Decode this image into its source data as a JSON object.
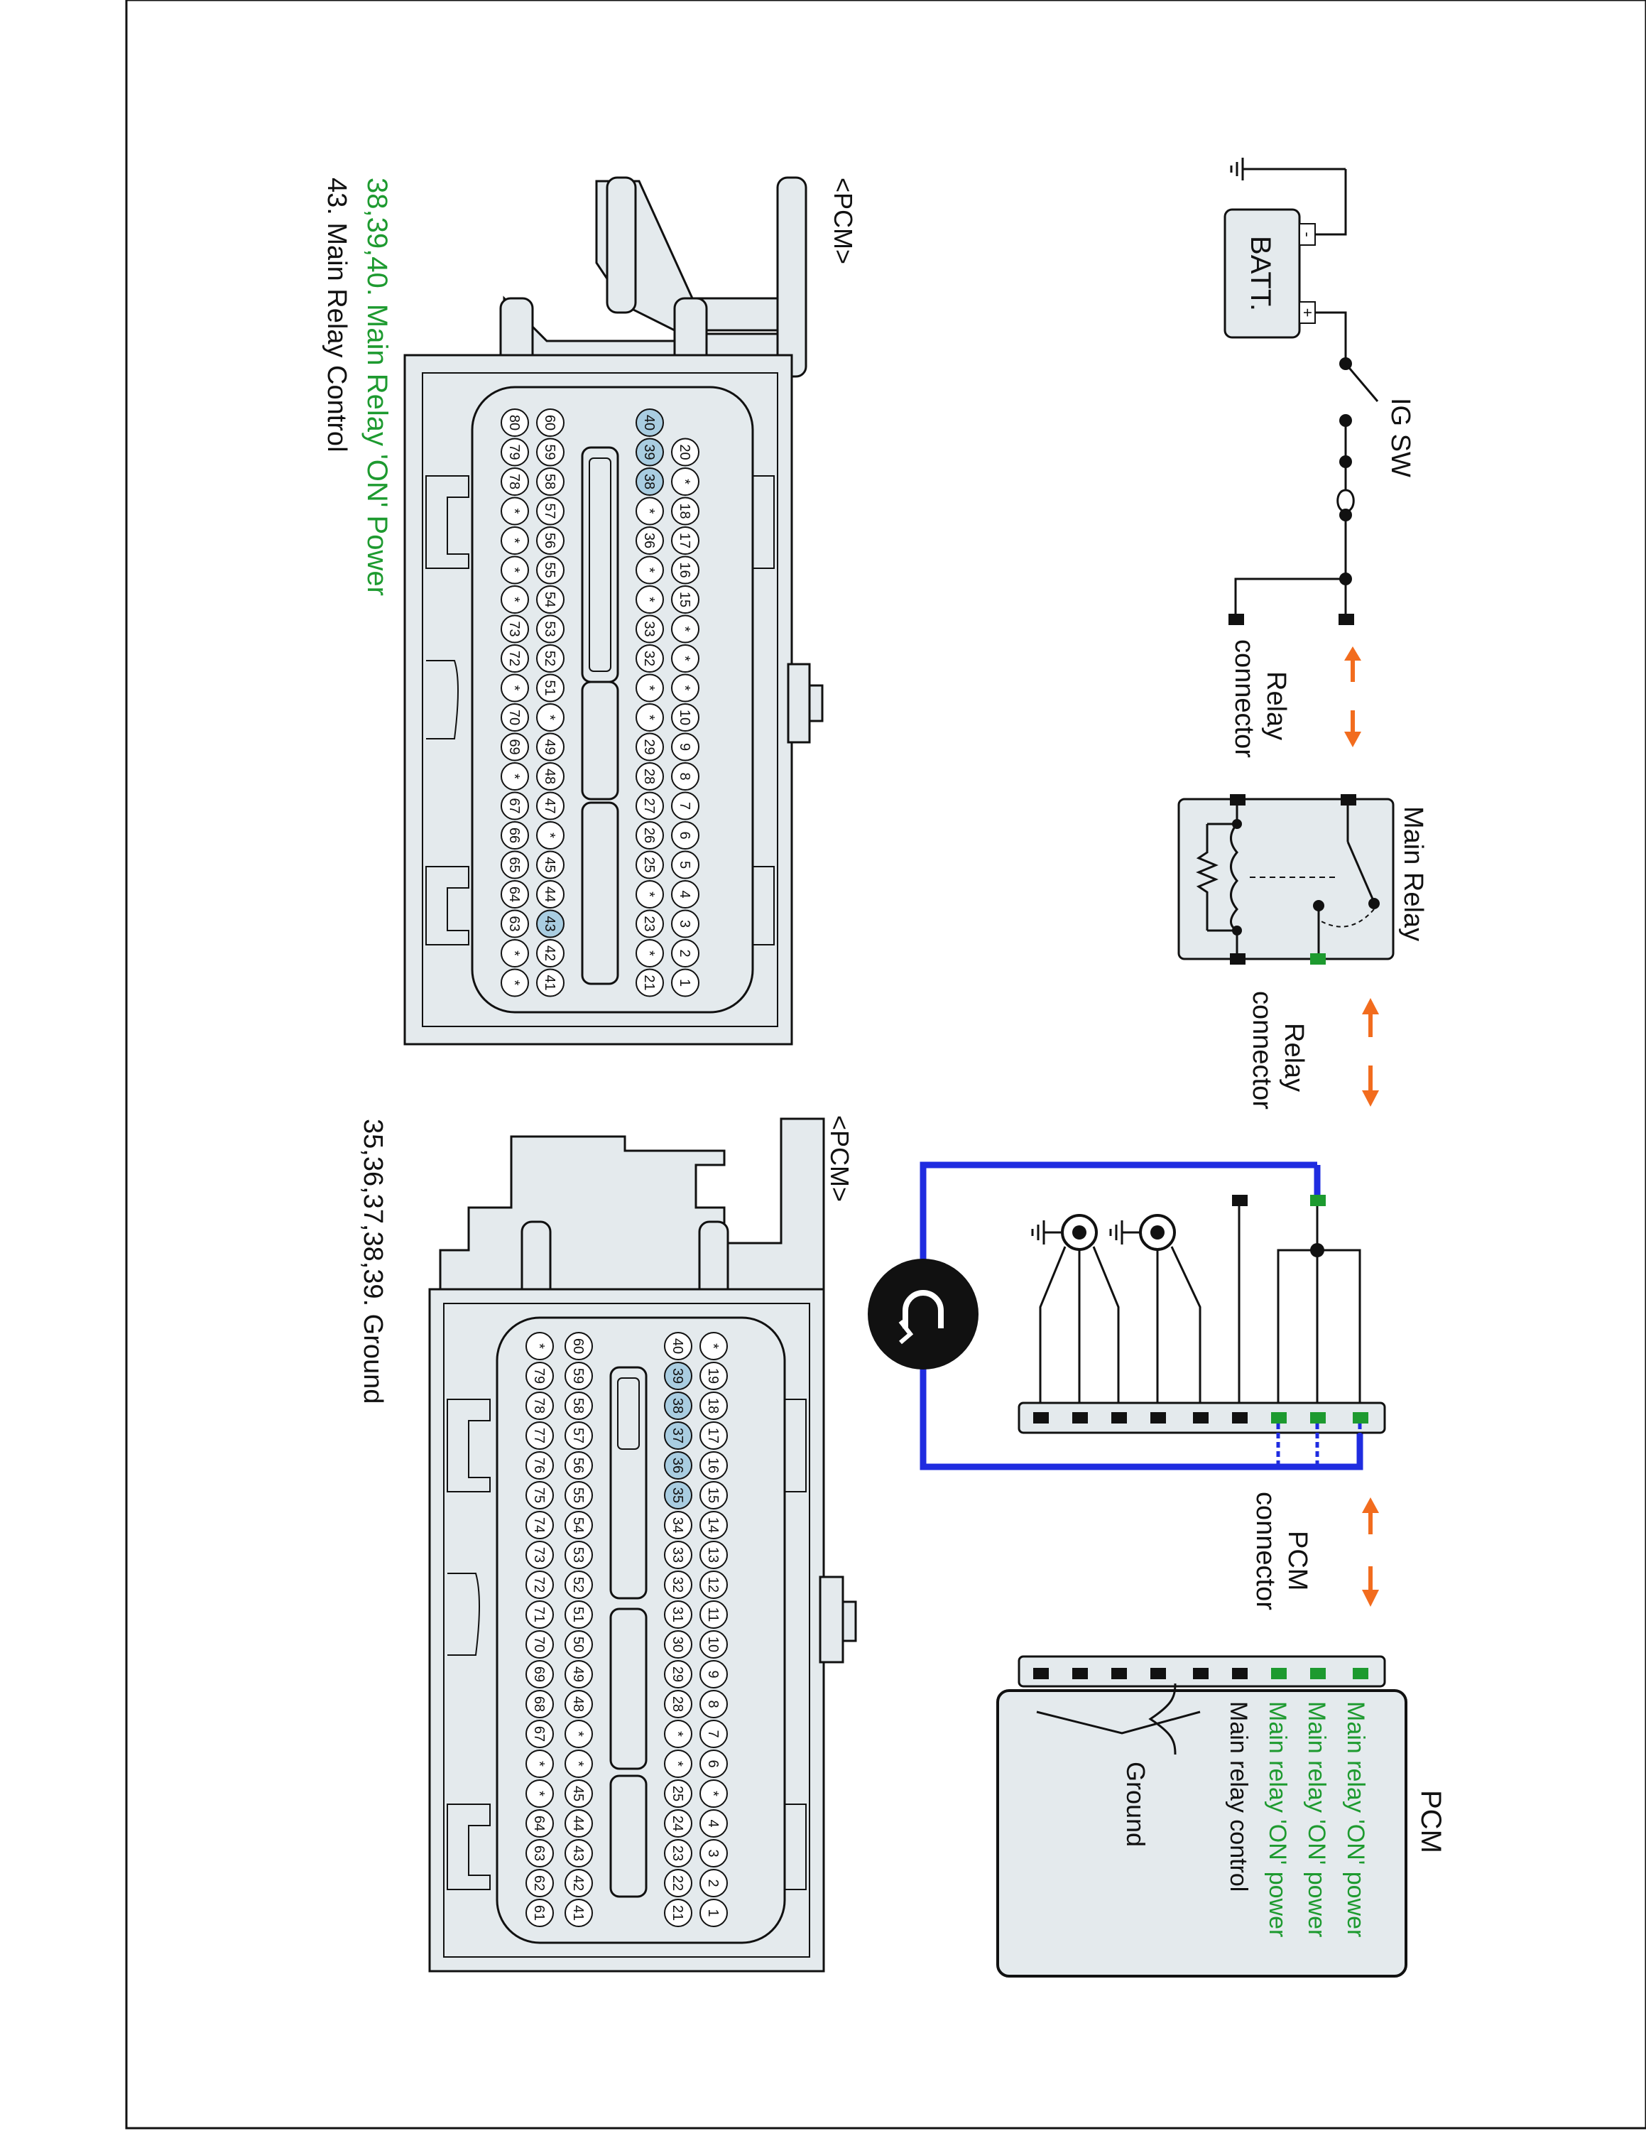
{
  "colors": {
    "wire": "#1a1a1a",
    "harness": "#1f2ce0",
    "arrow": "#f26c1e",
    "signal": "#1d9a2f",
    "connector_fill": "#e4eaed",
    "pin_highlight": "#a9cde1"
  },
  "battery": {
    "label": "BATT.",
    "plus": "+",
    "minus": "-"
  },
  "ig_switch": {
    "label": "IG SW"
  },
  "relay_connector": {
    "label_line1": "Relay",
    "label_line2": "connector"
  },
  "main_relay": {
    "label": "Main Relay"
  },
  "pcm_connector": {
    "label_line1": "PCM",
    "label_line2": "connector"
  },
  "pcm_module": {
    "title": "PCM",
    "lines": [
      "Main relay 'ON' power",
      "Main relay 'ON' power",
      "Main relay 'ON' power",
      "Main relay control",
      "Ground"
    ]
  },
  "ground_symbol": {
    "label": "ground-icon"
  },
  "connector_a": {
    "title": "<PCM>",
    "highlighted": [
      "38",
      "39",
      "40",
      "43"
    ],
    "row1": [
      "20",
      "*",
      "18",
      "17",
      "16",
      "15",
      "*",
      "*",
      "*",
      "10",
      "9",
      "8",
      "7",
      "6",
      "5",
      "4",
      "3",
      "2",
      "1"
    ],
    "row2": [
      "40",
      "39",
      "38",
      "*",
      "36",
      "*",
      "*",
      "33",
      "32",
      "*",
      "*",
      "29",
      "28",
      "27",
      "26",
      "25",
      "*",
      "23",
      "*",
      "21"
    ],
    "row3": [
      "60",
      "59",
      "58",
      "57",
      "56",
      "55",
      "54",
      "53",
      "52",
      "51",
      "*",
      "49",
      "48",
      "47",
      "*",
      "45",
      "44",
      "43",
      "42",
      "41"
    ],
    "row4": [
      "80",
      "79",
      "78",
      "*",
      "*",
      "*",
      "*",
      "73",
      "72",
      "*",
      "70",
      "69",
      "*",
      "67",
      "66",
      "65",
      "64",
      "63",
      "*",
      "*"
    ],
    "caption_green": "38,39,40. Main Relay 'ON' Power",
    "caption_black": "43. Main Relay  Control"
  },
  "connector_b": {
    "title": "<PCM>",
    "highlighted": [
      "35",
      "36",
      "37",
      "38",
      "39"
    ],
    "row1": [
      "*",
      "19",
      "18",
      "17",
      "16",
      "15",
      "14",
      "13",
      "12",
      "11",
      "10",
      "9",
      "8",
      "7",
      "6",
      "*",
      "4",
      "3",
      "2",
      "1"
    ],
    "row2": [
      "40",
      "39",
      "38",
      "37",
      "36",
      "35",
      "34",
      "33",
      "32",
      "31",
      "30",
      "29",
      "28",
      "*",
      "*",
      "25",
      "24",
      "23",
      "22",
      "21"
    ],
    "row3": [
      "60",
      "59",
      "58",
      "57",
      "56",
      "55",
      "54",
      "53",
      "52",
      "51",
      "50",
      "49",
      "48",
      "*",
      "*",
      "45",
      "44",
      "43",
      "42",
      "41"
    ],
    "row4": [
      "*",
      "79",
      "78",
      "77",
      "76",
      "75",
      "74",
      "73",
      "72",
      "71",
      "70",
      "69",
      "68",
      "67",
      "*",
      "*",
      "64",
      "63",
      "62",
      "61"
    ],
    "caption_black": "35,36,37,38,39. Ground"
  }
}
